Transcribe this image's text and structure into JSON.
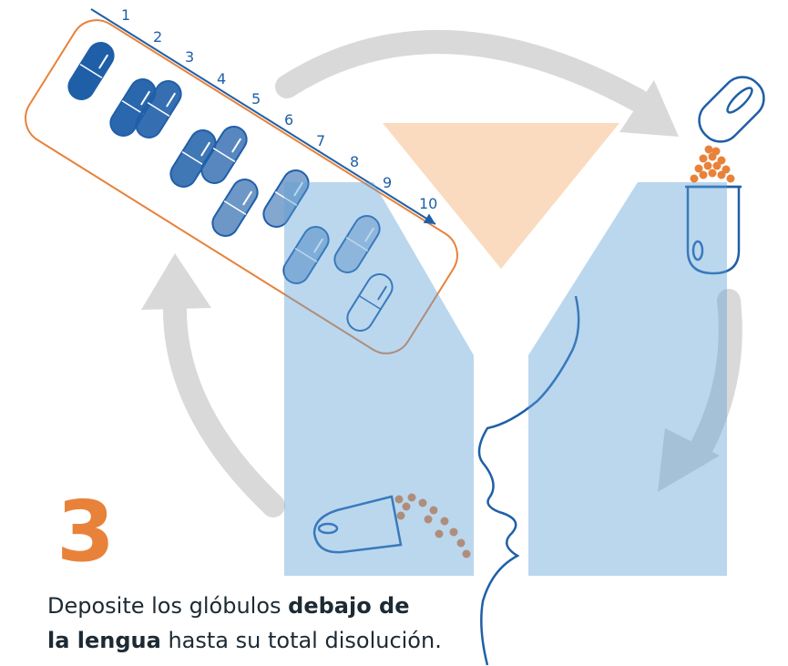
{
  "step": {
    "number": "3",
    "caption_part1": "Deposite los glóbulos ",
    "caption_bold1": "debajo de",
    "caption_bold2": "la lengua",
    "caption_part2": " hasta su total disolución."
  },
  "blister": {
    "day_numbers": [
      "1",
      "2",
      "3",
      "4",
      "5",
      "6",
      "7",
      "8",
      "9",
      "10"
    ]
  },
  "colors": {
    "accent_orange": "#e8823a",
    "pill_blue": "#1f5fa8",
    "watermark_blue": "#5e9fd6",
    "watermark_orange": "#f7c89c",
    "cycle_arrow_gray": "#d9d9d9"
  }
}
